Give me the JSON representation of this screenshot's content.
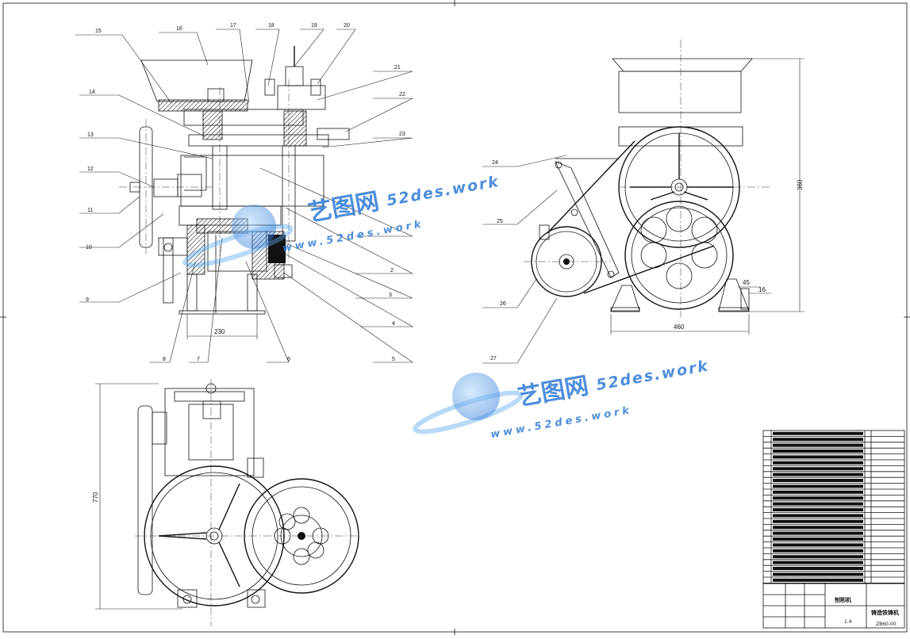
{
  "drawing": {
    "part_labels": [
      "15",
      "16",
      "17",
      "18",
      "19",
      "20",
      "21",
      "22",
      "23",
      "14",
      "13",
      "12",
      "11",
      "10",
      "9",
      "8",
      "7",
      "6",
      "5",
      "4",
      "3",
      "2",
      "24",
      "25",
      "26",
      "27"
    ],
    "dimensions": {
      "front_width": "230",
      "side_width": "460",
      "side_height": "360",
      "plan_height": "770",
      "foot_a": "45",
      "foot_b": "16"
    }
  },
  "watermark": {
    "brand_cn": "艺图网",
    "brand_en": "52des.work",
    "url": "www.52des.work"
  },
  "title_block": {
    "drawing_title": "刨削机",
    "machine_name": "铸造铁铸机",
    "drawing_no": "ZB60-00",
    "scale": "1:4"
  }
}
